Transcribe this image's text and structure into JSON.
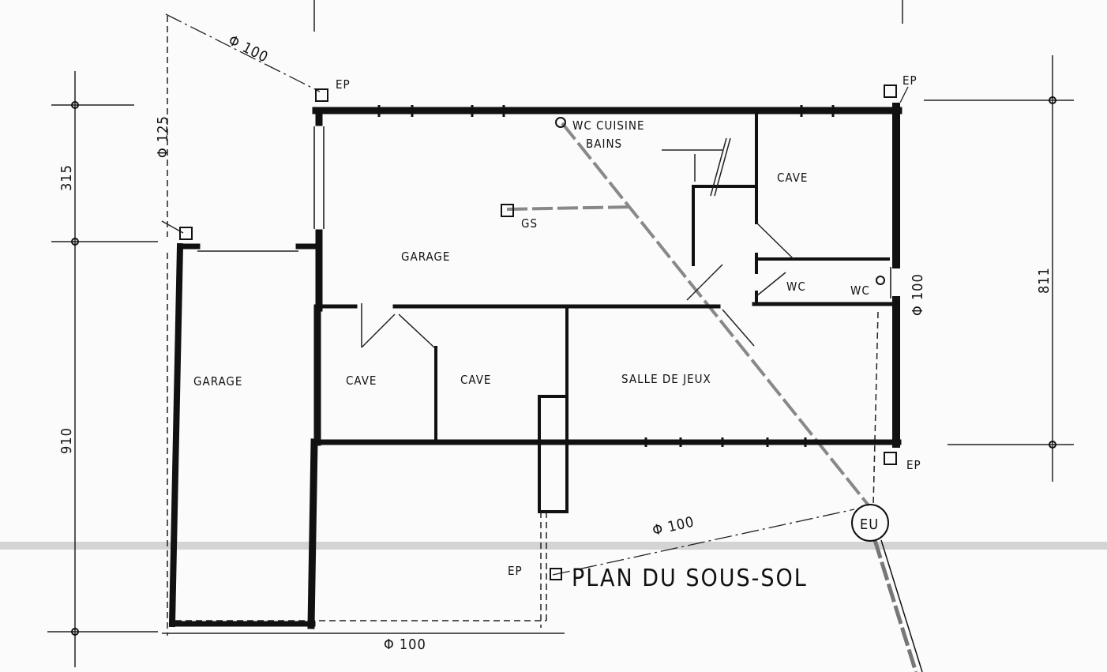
{
  "title": "PLAN DU SOUS-SOL",
  "rooms": {
    "garage_main": "GARAGE",
    "garage_left": "GARAGE",
    "cave_top_right": "CAVE",
    "cave_left": "CAVE",
    "cave_middle": "CAVE",
    "salle_de_jeux": "SALLE DE JEUX",
    "wc_1": "WC",
    "wc_2": "WC"
  },
  "annotations": {
    "wc_cuisine": "WC CUISINE",
    "bains": "BAINS",
    "gs": "GS",
    "ep_top_left": "EP",
    "ep_top_right": "EP",
    "ep_bottom_right": "EP",
    "ep_bottom": "EP",
    "eu": "EU",
    "pipe_top": "Φ 100",
    "pipe_left": "Φ 125",
    "pipe_right": "Φ 100",
    "pipe_bottom_diag": "Φ 100",
    "pipe_bottom": "Φ 100"
  },
  "dimensions": {
    "left_upper": "315",
    "left_lower": "910",
    "right": "811"
  }
}
